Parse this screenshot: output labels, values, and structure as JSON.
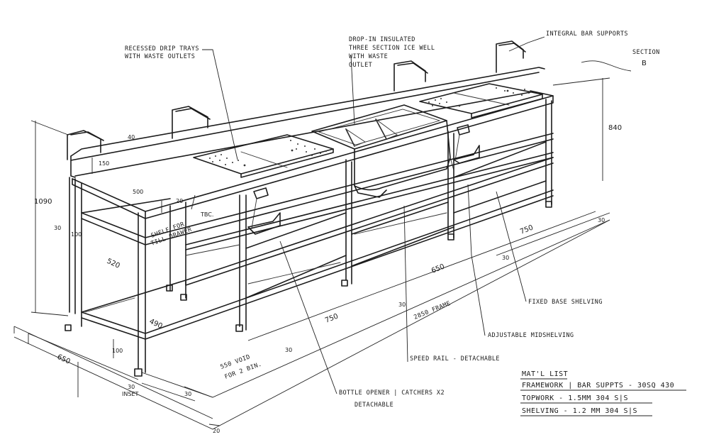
{
  "labels": {
    "recessed_drip_line1": "RECESSED DRIP TRAYS",
    "recessed_drip_line2": "WITH WASTE OUTLETS",
    "ice_line1": "DROP-IN INSULATED",
    "ice_line2": "THREE SECTION ICE WELL",
    "ice_line3": "WITH WASTE",
    "ice_line4": "OUTLET",
    "bar_supports": "INTEGRAL BAR SUPPORTS",
    "section": "SECTION",
    "section_letter": "B",
    "shelf_line1": "SHELF FOR",
    "shelf_line2": "TILL DRAWER",
    "tbc": "TBC.",
    "void_line1": "550 VOID",
    "void_line2": "FOR 2 BIN.",
    "frame": "2850 FRAME",
    "fixed_base": "FIXED BASE SHELVING",
    "adjustable_mid": "ADJUSTABLE MIDSHELVING",
    "speed_rail": "SPEED RAIL - DETACHABLE",
    "bottle_line1": "BOTTLE OPENER | CATCHERS X2",
    "bottle_line2": "DETACHABLE",
    "inset": "INSET"
  },
  "dimensions": {
    "d1090": "1090",
    "d840": "840",
    "d40": "40",
    "d150": "150",
    "d500": "500",
    "d20a": "20",
    "d30a": "30",
    "d100a": "100",
    "d520": "520",
    "d490": "490",
    "d650a": "650",
    "d100b": "100",
    "d30b": "30",
    "d30c": "30",
    "d20b": "20",
    "d750a": "750",
    "d650b": "650",
    "d750b": "750",
    "d30d": "30",
    "d30e": "30",
    "d30f": "30",
    "d30g": "30"
  },
  "materials": {
    "title": "MAT'L LIST",
    "row1": "FRAMEWORK | BAR SUPPTS - 30SQ 430",
    "row2": "TOPWORK - 1.5mm 304 S|S",
    "row3": "SHELVING - 1.2 mm 304 S|S"
  }
}
